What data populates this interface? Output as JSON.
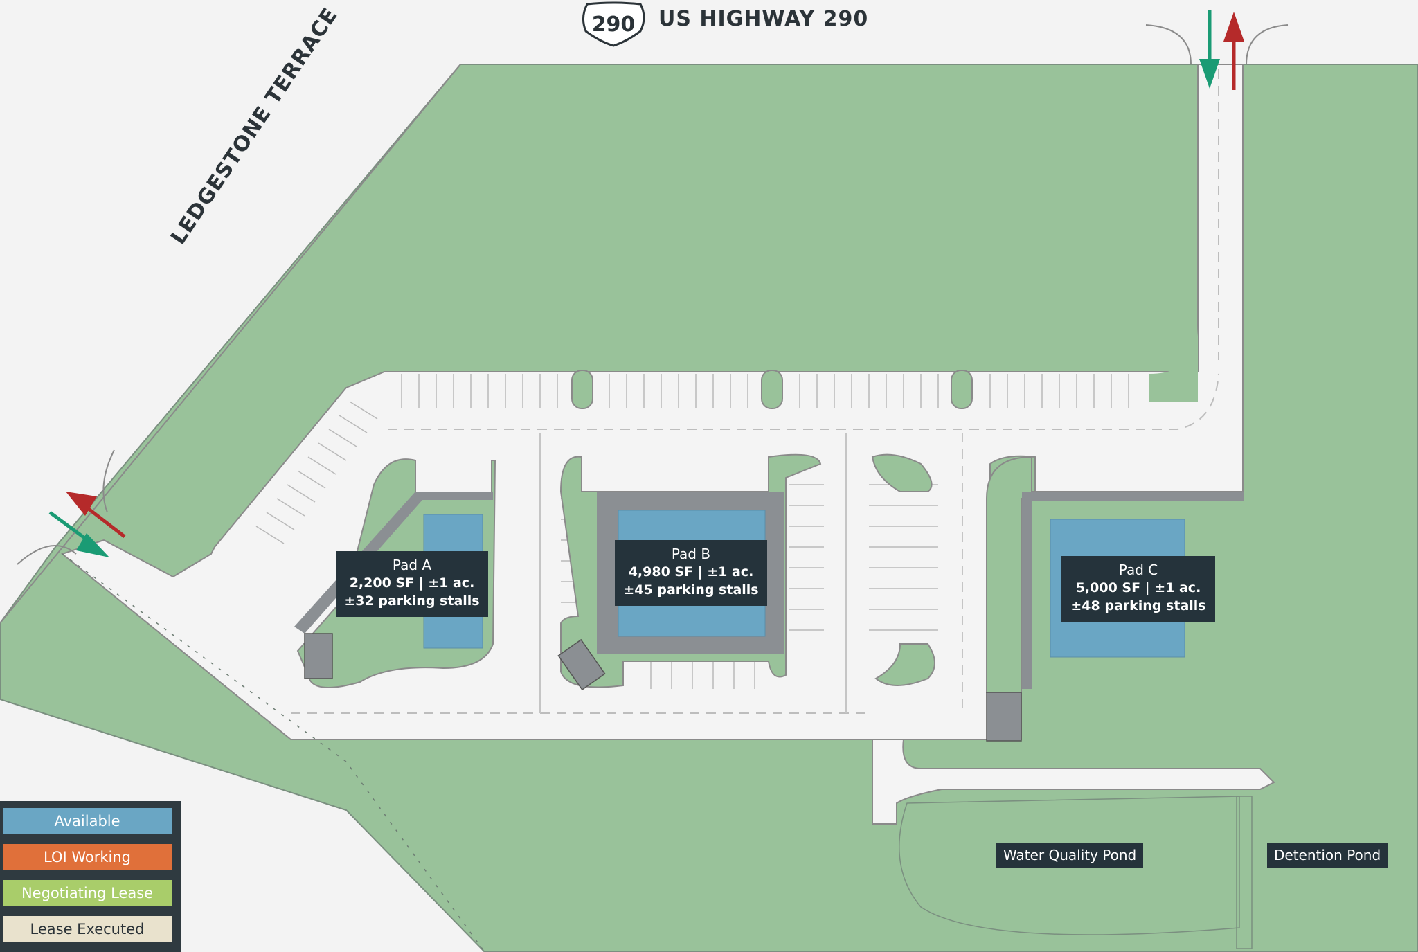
{
  "highway": {
    "shield_number": "290",
    "name": "US HIGHWAY 290"
  },
  "side_street": {
    "name": "LEDGESTONE TERRACE"
  },
  "pads": [
    {
      "name": "Pad A",
      "size": "2,200 SF | ±1 ac.",
      "parking": "±32 parking stalls",
      "status": "Available"
    },
    {
      "name": "Pad B",
      "size": "4,980 SF | ±1 ac.",
      "parking": "±45 parking stalls",
      "status": "Available"
    },
    {
      "name": "Pad C",
      "size": "5,000 SF | ±1 ac.",
      "parking": "±48 parking stalls",
      "status": "Available"
    }
  ],
  "ponds": {
    "water_quality": "Water Quality Pond",
    "detention": "Detention Pond"
  },
  "legend": [
    {
      "label": "Available",
      "color": "#6aa6c4"
    },
    {
      "label": "LOI Working",
      "color": "#e0703a"
    },
    {
      "label": "Negotiating Lease",
      "color": "#a9cd6a"
    },
    {
      "label": "Lease Executed",
      "color": "#e9e2cd"
    }
  ],
  "colors": {
    "green_space": "#99c29a",
    "pavement": "#f3f3f3",
    "building_walk": "#8b8f93",
    "available_pad": "#6aa6c4",
    "label_bg": "#25333b",
    "entry_arrow": "#1a9b74",
    "exit_arrow": "#b52a2a"
  }
}
